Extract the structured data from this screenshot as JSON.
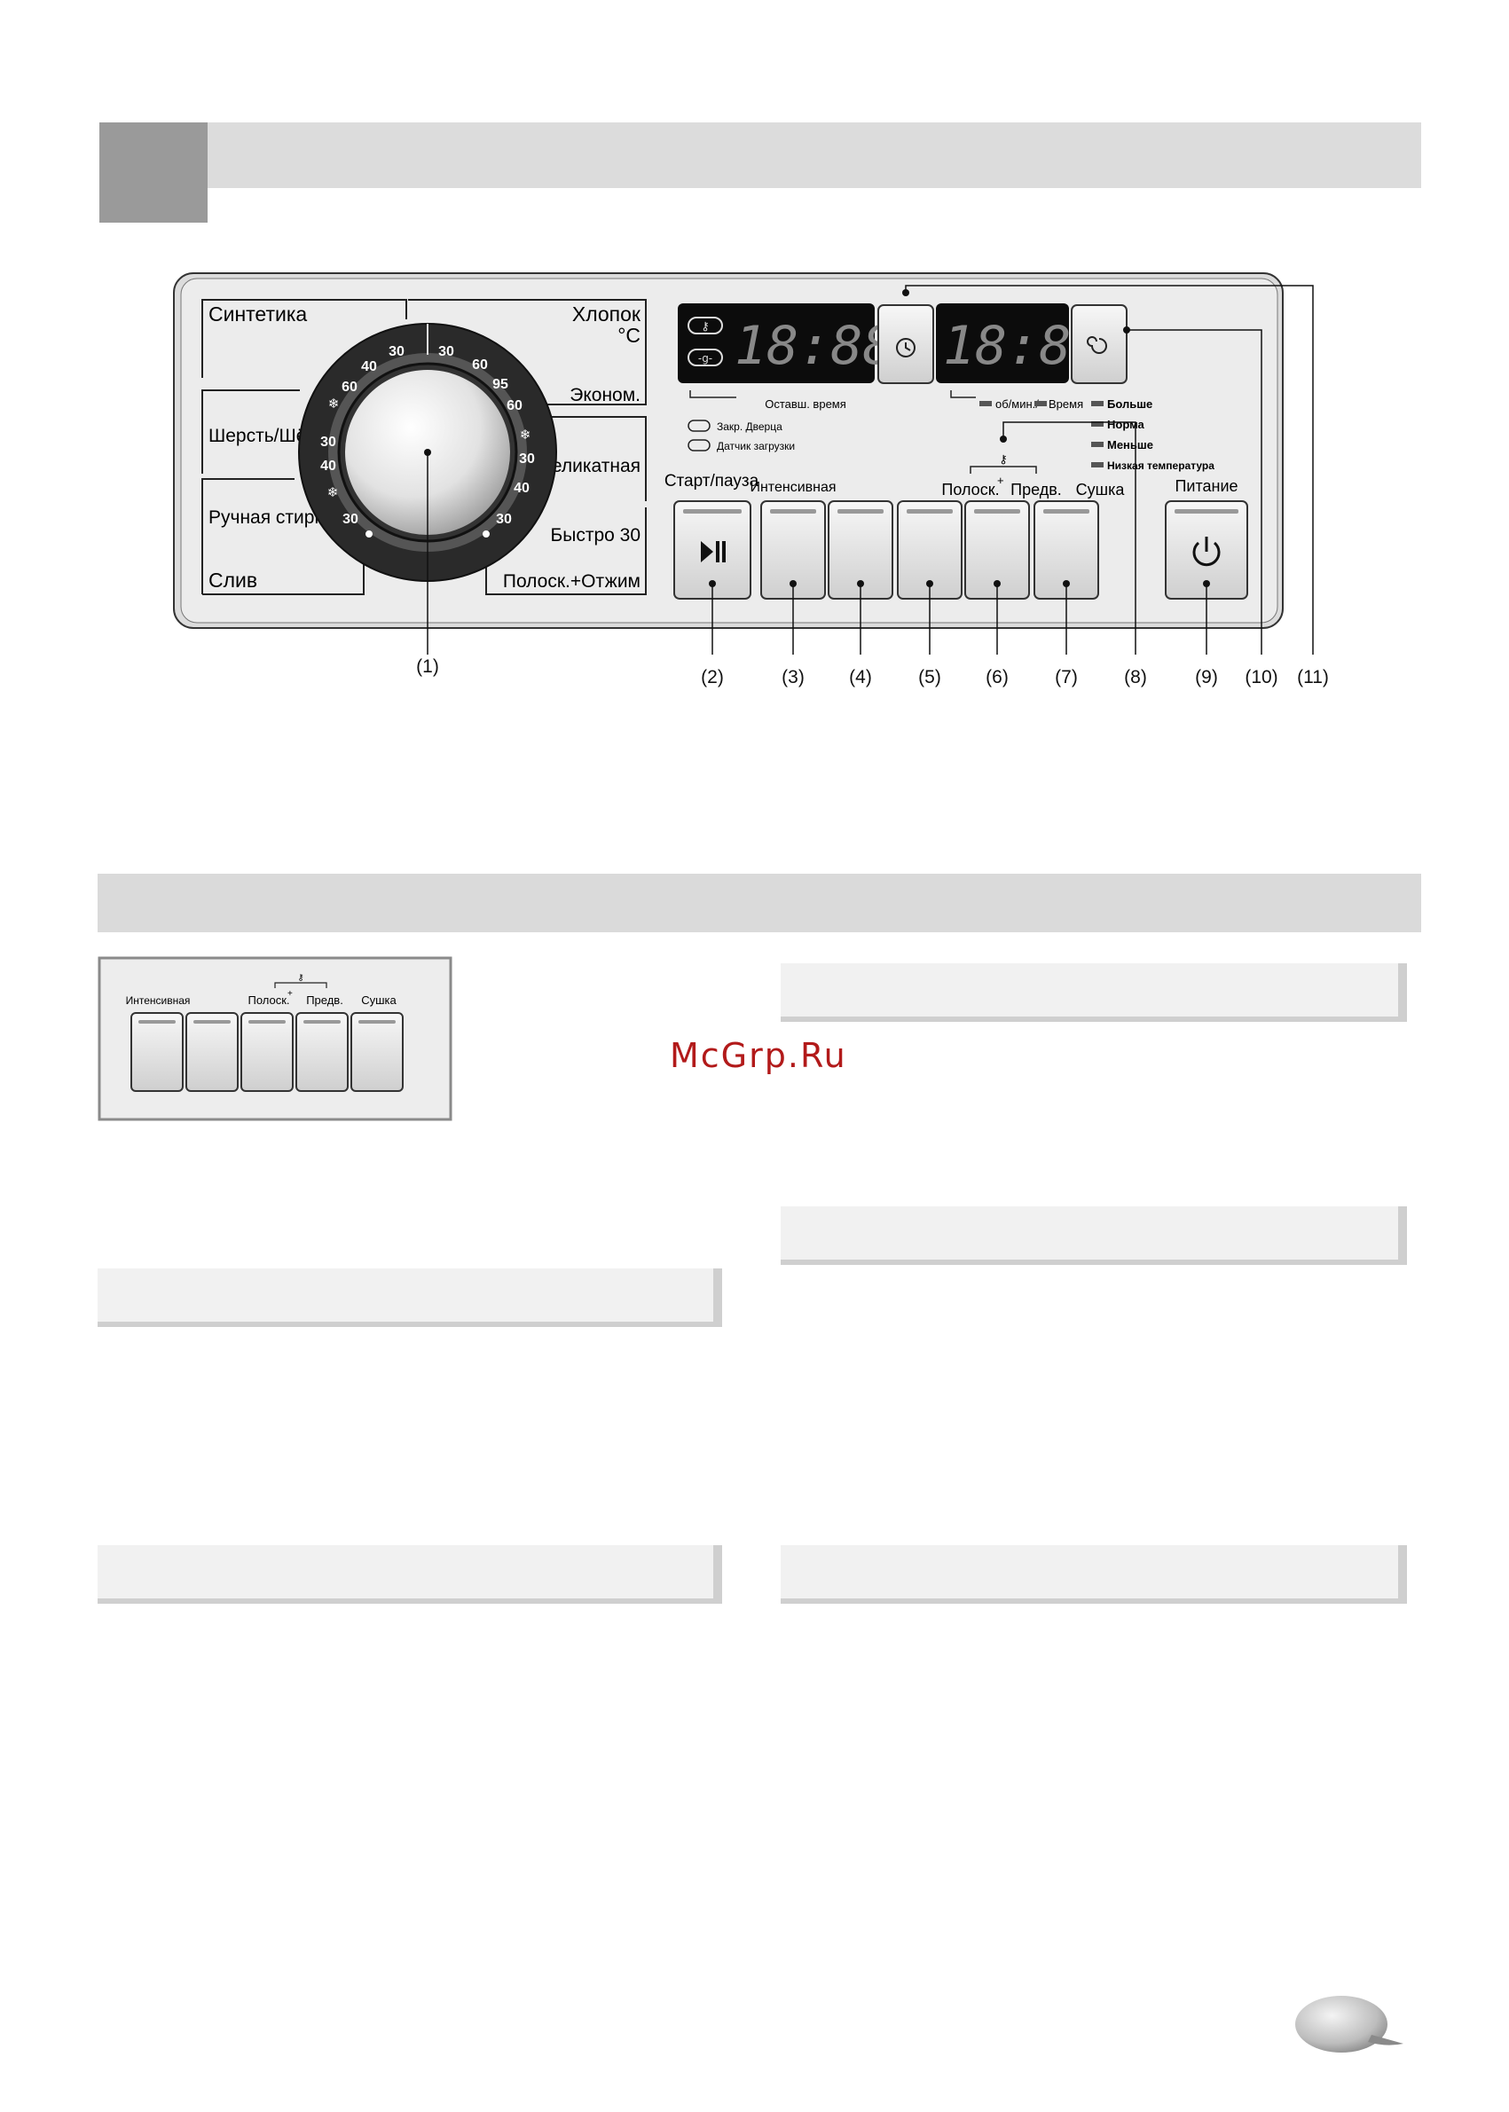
{
  "panel": {
    "programs_left": [
      "Синтетика",
      "Шерсть/Шёлк",
      "Ручная стирка",
      "Слив"
    ],
    "programs_right": [
      "Хлопок",
      "°C",
      "Эконом.",
      "Деликатная",
      "Быстро 30",
      "Полоск.+Отжим"
    ],
    "dial_temps": {
      "top_left": "30",
      "top_right": "30",
      "ring": [
        "40",
        "60",
        "30",
        "40",
        "30",
        "60",
        "95",
        "60",
        "30",
        "40",
        "30"
      ]
    },
    "display_digits_left": "18:88",
    "display_digits_right": "18:88",
    "indicator_door": "Закр. Дверца",
    "indicator_load": "Датчик загрузки",
    "remaining_time": "Оставш. время",
    "rpm_time": "об/мин./",
    "time_label": "Время",
    "levels": [
      "Больше",
      "Норма",
      "Меньше",
      "Низкая температура"
    ],
    "start_pause": "Старт/пауза",
    "option_labels": [
      "Интенсивная",
      "Полоск.",
      "Предв.",
      "Сушка"
    ],
    "power": "Питание",
    "superscript_plus": "+"
  },
  "callouts": [
    "(1)",
    "(2)",
    "(3)",
    "(4)",
    "(5)",
    "(6)",
    "(7)",
    "(8)",
    "(9)",
    "(10)",
    "(11)"
  ],
  "inset": {
    "labels": [
      "Интенсивная",
      "Полоск.",
      "Предв.",
      "Сушка"
    ],
    "superscript_plus": "+"
  },
  "watermark": "McGrp.Ru",
  "colors": {
    "header_bar": "#dcdcdc",
    "header_tab": "#9a9a9a",
    "panel_bg": "#ececec",
    "display_bg": "#0c0c0c",
    "watermark": "#b21a1a"
  }
}
